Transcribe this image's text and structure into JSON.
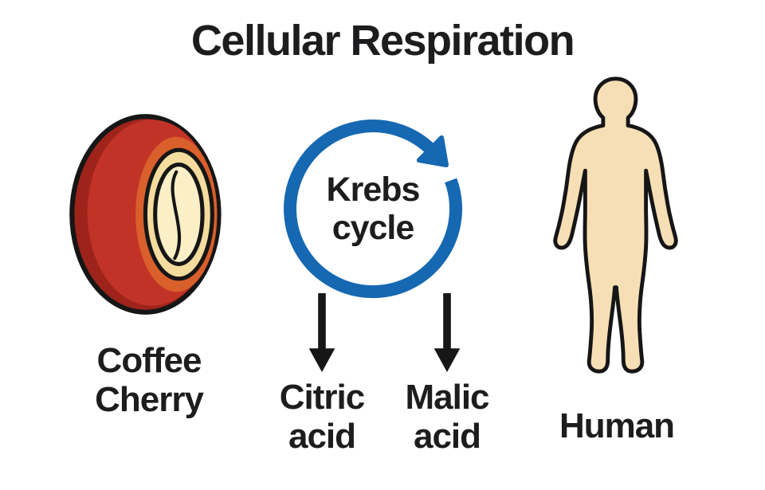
{
  "title": "Cellular Respiration",
  "colors": {
    "text": "#1d1d1f",
    "outline": "#161616",
    "blue": "#1568b1",
    "cherry_dark": "#9e241b",
    "cherry_red": "#c23327",
    "cherry_orange": "#d95f2b",
    "cherry_cream": "#f3dc9e",
    "bean_cream": "#faefc6",
    "skin": "#f7dfb5",
    "background": "#ffffff"
  },
  "labels": {
    "coffee_cherry": [
      "Coffee",
      "Cherry"
    ],
    "krebs_cycle": [
      "Krebs",
      "cycle"
    ],
    "citric_acid": [
      "Citric",
      "acid"
    ],
    "malic_acid": [
      "Malic",
      "acid"
    ],
    "human": "Human"
  },
  "figures": {
    "coffee_cherry_icon": "coffee-cherry-cross-section",
    "krebs_cycle_icon": "clockwise-circular-arrow",
    "citric_arrow_icon": "down-arrow",
    "malic_arrow_icon": "down-arrow",
    "human_icon": "human-body-outline"
  }
}
